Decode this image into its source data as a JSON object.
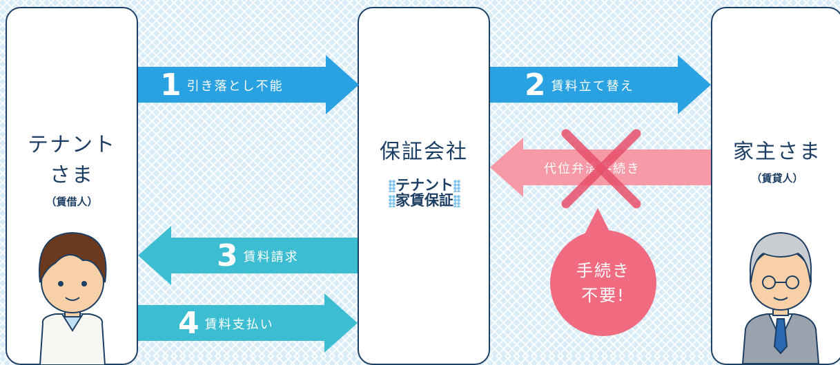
{
  "tenant": {
    "name_line1": "テナント",
    "name_line2": "さま",
    "role": "（賃借人）"
  },
  "guarantor": {
    "name": "保証会社",
    "logo_line1": "テナント",
    "logo_line2": "家賃保証"
  },
  "landlord": {
    "name": "家主さま",
    "role": "（賃貸人）"
  },
  "arrows": {
    "a1": {
      "num": "1",
      "label": "引き落とし不能"
    },
    "a2": {
      "num": "2",
      "label": "賃料立て替え"
    },
    "a3": {
      "num": "3",
      "label": "賃料請求"
    },
    "a4": {
      "num": "4",
      "label": "賃料支払い"
    },
    "subrogation": {
      "label": "代位弁済手続き"
    }
  },
  "bubble": {
    "line1": "手続き",
    "line2": "不要!"
  },
  "colors": {
    "navy": "#1d3e63",
    "blue_arrow": "#2aa1e0",
    "teal_arrow": "#3dbdd1",
    "pink_arrow": "#f59aa6",
    "bubble": "#f06a80",
    "cross": "#e8506b"
  }
}
